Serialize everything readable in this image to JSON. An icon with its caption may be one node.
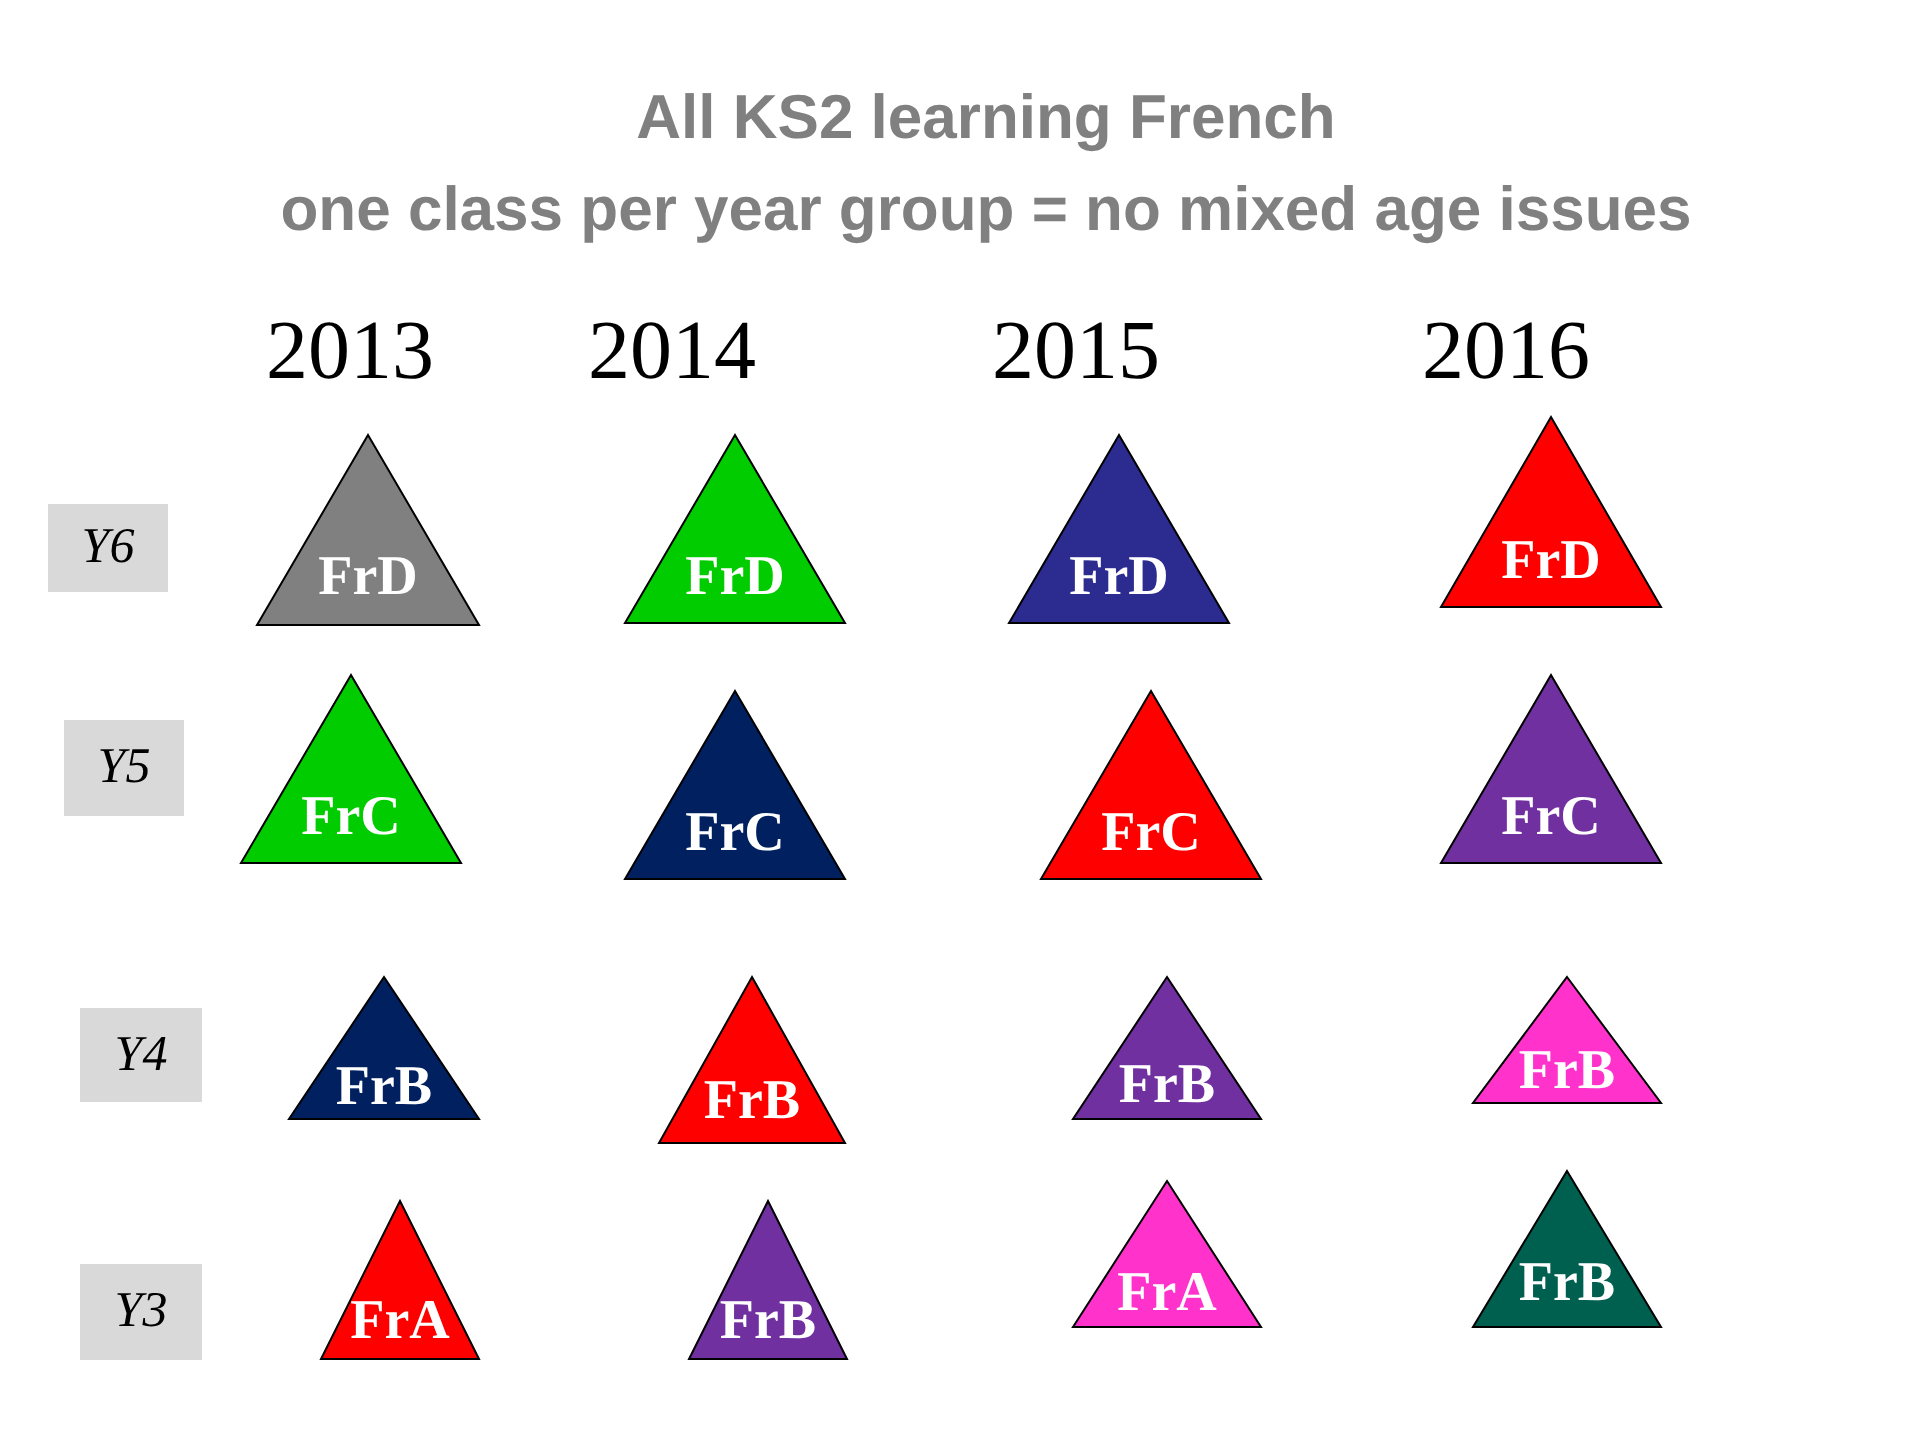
{
  "diagram": {
    "title": "All KS2 learning French",
    "nodes": [
      {
        "text": [
          "Y6"
        ]
      },
      {
        "text": [
          "FrD"
        ]
      },
      {
        "text": [
          "FrD"
        ]
      },
      {
        "text": [
          "FrD"
        ]
      },
      {
        "text": [
          "FrD"
        ]
      },
      {
        "text": [
          "Y5"
        ]
      },
      {
        "text": [
          "FrC"
        ]
      },
      {
        "text": [
          "FrC"
        ]
      },
      {
        "text": [
          "FrC"
        ]
      },
      {
        "text": [
          "FrC"
        ]
      },
      {
        "text": [
          "Y4"
        ]
      },
      {
        "text": [
          "FrB"
        ]
      },
      {
        "text": [
          "FrB"
        ]
      },
      {
        "text": [
          "FrB"
        ]
      },
      {
        "text": [
          "FrB"
        ]
      },
      {
        "text": [
          "Y3"
        ]
      },
      {
        "text": [
          "FrA"
        ]
      },
      {
        "text": [
          "FrB"
        ]
      },
      {
        "text": [
          "FrA"
        ]
      },
      {
        "text": [
          "FrB"
        ]
      }
    ],
    "labels": [
      "one class per year group = no mixed age issues",
      "2013",
      "2014",
      "2015",
      "2016"
    ]
  }
}
